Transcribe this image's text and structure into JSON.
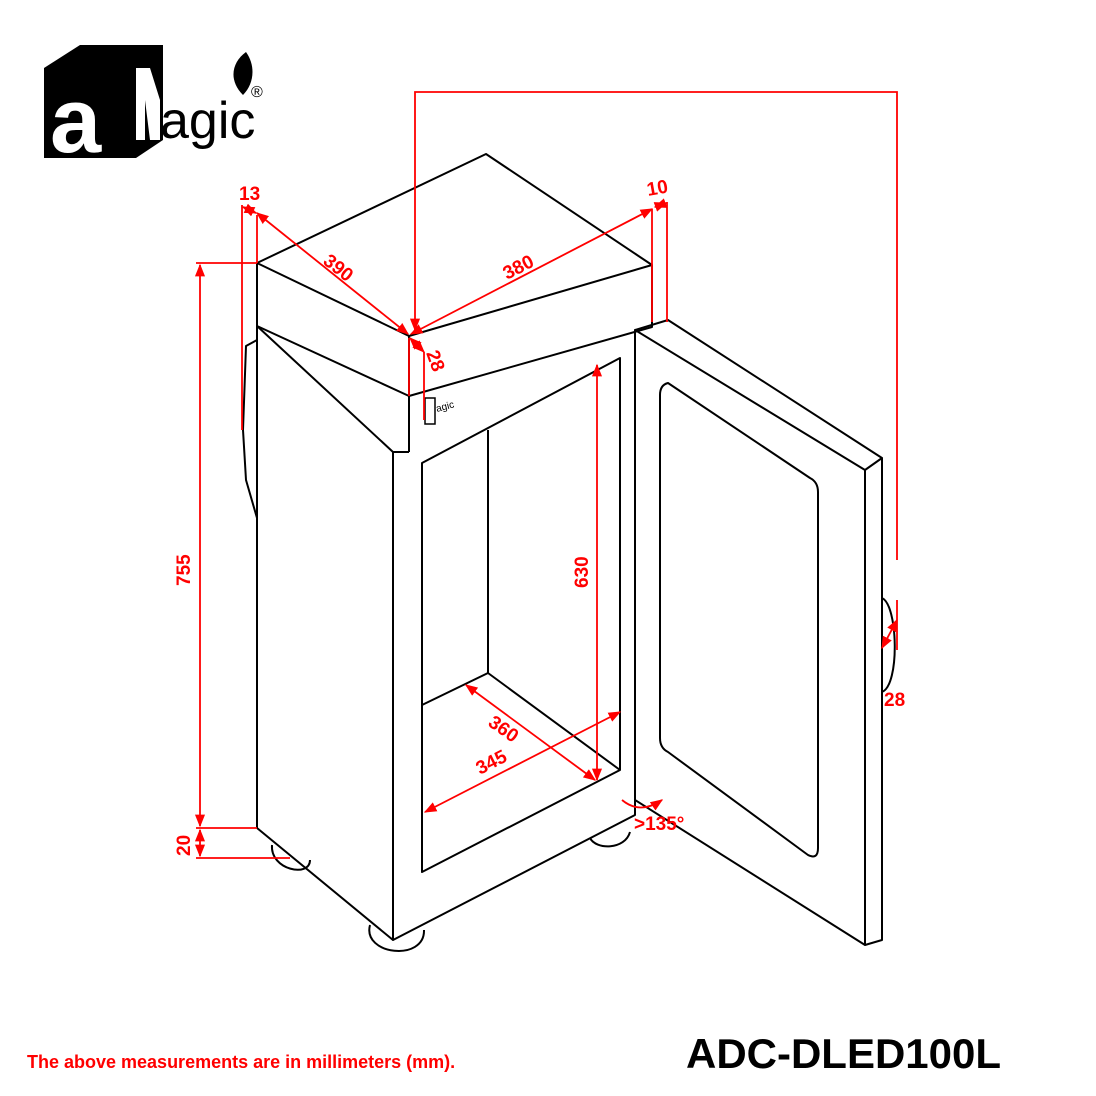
{
  "logo": {
    "text": "aMagic",
    "registered": "®"
  },
  "dimensions": {
    "top_left_offset": "13",
    "depth": "390",
    "width": "380",
    "top_right_offset": "10",
    "door_offset": "28",
    "height": "755",
    "feet_height": "20",
    "inner_height": "630",
    "inner_depth": "360",
    "inner_width": "345",
    "handle_depth": "28",
    "door_angle": ">135°"
  },
  "footer": {
    "note": "The above measurements are in millimeters (mm).",
    "model": "ADC-DLED100L"
  },
  "colors": {
    "dimension": "#ff0000",
    "outline": "#000000"
  }
}
